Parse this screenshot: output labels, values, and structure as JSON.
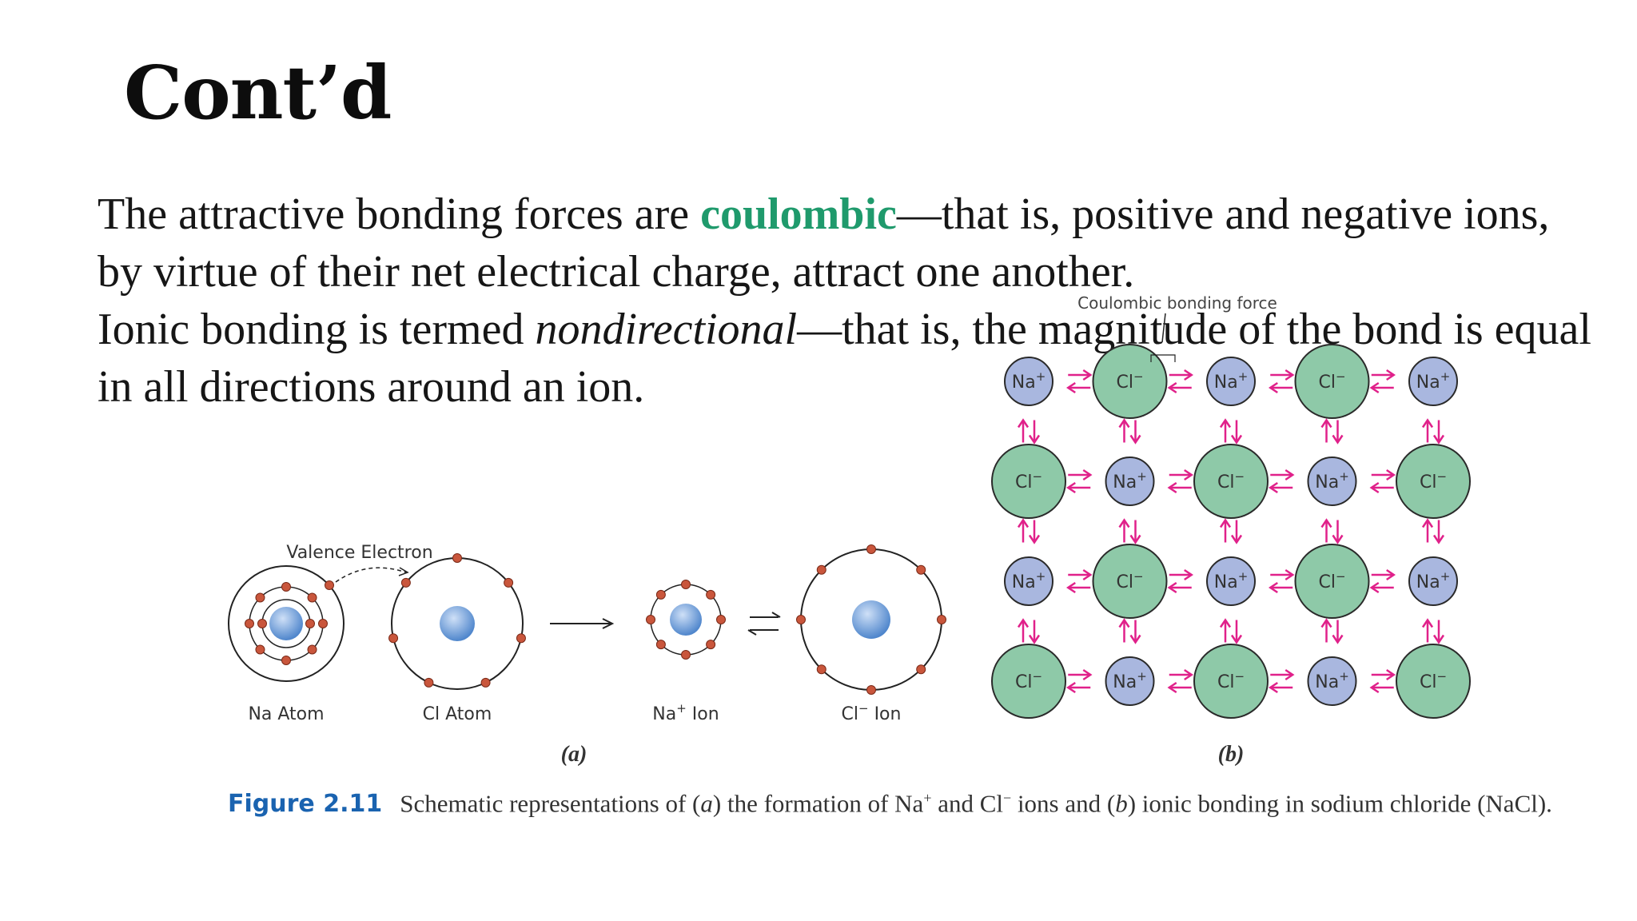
{
  "title": "Cont’d",
  "body": {
    "p1_pre": "The attractive bonding forces are ",
    "p1_highlight": "coulombic",
    "p1_post": "—that is, positive and negative ions, by virtue of their net electrical charge, attract one another.",
    "p2_pre": "Ionic bonding is termed ",
    "p2_italic": "nondirectional",
    "p2_post": "—that is, the magnitude of the bond is equal in all directions around an ion."
  },
  "figure": {
    "part_a": {
      "valence_label": "Valence Electron",
      "na_atom": "Na Atom",
      "cl_atom": "Cl Atom",
      "na_ion": "Na",
      "na_ion_sup": "+",
      "na_ion_suffix": " Ion",
      "cl_ion": "Cl",
      "cl_ion_sup": "−",
      "cl_ion_suffix": " Ion",
      "panel_label": "(a)"
    },
    "part_b": {
      "force_label": "Coulombic bonding force",
      "na_label": "Na",
      "na_sup": "+",
      "cl_label": "Cl",
      "cl_sup": "−",
      "panel_label": "(b)"
    },
    "colors": {
      "na_fill": "#a9b7df",
      "cl_fill": "#8ec9a8",
      "arrow": "#e0218a",
      "electron": "#c9563c",
      "nucleus": "#5b8fd0"
    }
  },
  "caption": {
    "figure_number": "Figure 2.11",
    "text_1": "Schematic representations of (",
    "a": "a",
    "text_2": ") the formation of Na",
    "sup_plus": "+",
    "text_3": " and Cl",
    "sup_minus": "−",
    "text_4": " ions and (",
    "b": "b",
    "text_5": ") ionic bonding in sodium chloride (NaCl)."
  }
}
